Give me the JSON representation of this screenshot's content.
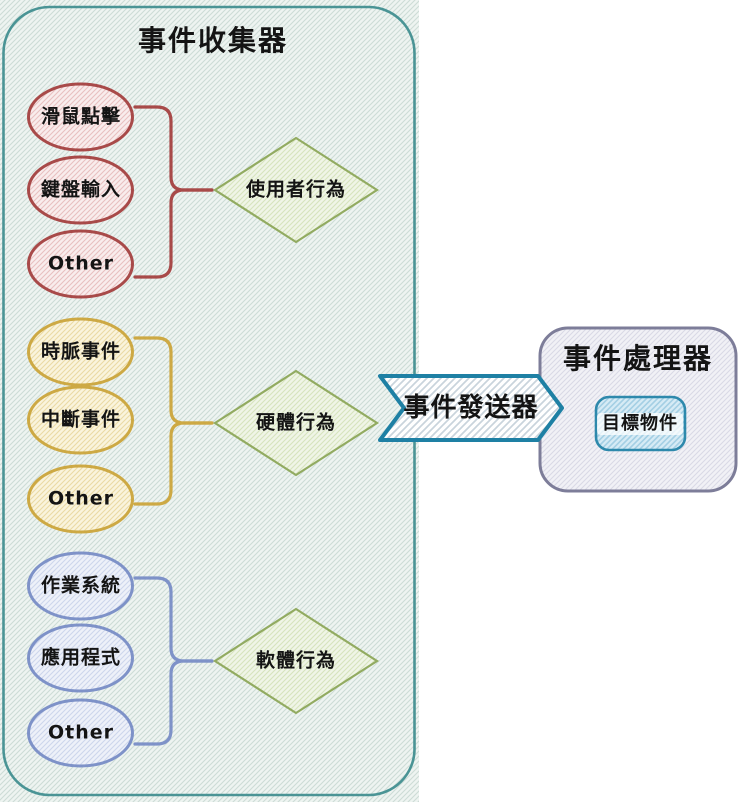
{
  "collector": {
    "title": "事件收集器",
    "border_color": "#4a9495",
    "fill_color": "#eef4f1",
    "hatch_color": "#ccdcd6",
    "diamond_border_color": "#92ab61",
    "groups": [
      {
        "name": "user-events",
        "stroke": "#a84a49",
        "fill": "#f9eded",
        "hatch": "#e8c0c0",
        "items": [
          "滑鼠點擊",
          "鍵盤輸入",
          "Other"
        ],
        "behavior": "使用者行為"
      },
      {
        "name": "hardware-events",
        "stroke": "#cda944",
        "fill": "#faf4dd",
        "hatch": "#eadaa4",
        "items": [
          "時脈事件",
          "中斷事件",
          "Other"
        ],
        "behavior": "硬體行為"
      },
      {
        "name": "software-events",
        "stroke": "#7e92c8",
        "fill": "#eef1f9",
        "hatch": "#cdd6ec",
        "items": [
          "作業系統",
          "應用程式",
          "Other"
        ],
        "behavior": "軟體行為"
      }
    ]
  },
  "dispatcher": {
    "label": "事件發送器",
    "border_color": "#1e80a4",
    "fill_color": "#ffffff",
    "hatch_color": "#c9d4dc"
  },
  "processor": {
    "title": "事件處理器",
    "border_color": "#7d7d99",
    "fill_color": "#f1f1f6",
    "hatch_color": "#d9d9e6",
    "target_label": "目標物件",
    "target_border_color": "#2e89ac",
    "target_fill_color": "#d6ebf5",
    "target_hatch_color": "#a4cfe4"
  }
}
